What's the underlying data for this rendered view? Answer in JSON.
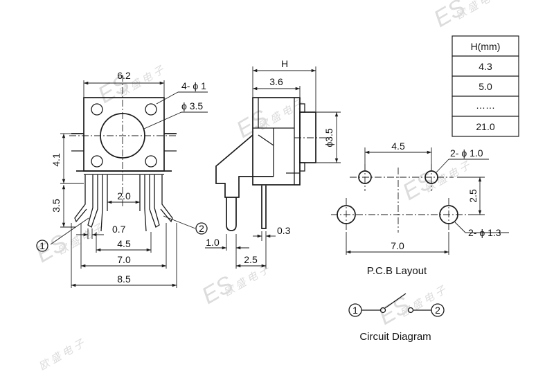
{
  "front_view": {
    "dim_width_top": "6.2",
    "hole_callout": "4- ϕ 1",
    "button_callout": "ϕ 3.5",
    "dim_height_body": "4.1",
    "dim_leg_height": "3.5",
    "dim_leg_gap": "2.0",
    "dim_leg_width": "0.7",
    "dim_pitch_inner": "4.5",
    "dim_pitch_outer": "7.0",
    "dim_overall_width": "8.5",
    "pin1_label": "1",
    "pin2_label": "2"
  },
  "side_view": {
    "dim_h": "H",
    "dim_body_depth": "3.6",
    "dim_button_dia": "ϕ3.5",
    "dim_offset": "1.0",
    "dim_leg_thickness": "0.3",
    "dim_leg_spacing": "2.5"
  },
  "height_table": {
    "header": "H(mm)",
    "rows": [
      "4.3",
      "5.0",
      "……",
      "21.0"
    ]
  },
  "pcb_layout": {
    "dim_pitch_top": "4.5",
    "small_hole_callout": "2- ϕ 1.0",
    "dim_row_spacing": "2.5",
    "large_hole_callout": "2- ϕ 1.3",
    "dim_pitch_bottom": "7.0",
    "caption": "P.C.B Layout"
  },
  "circuit": {
    "pin1_label": "1",
    "pin2_label": "2",
    "caption": "Circuit Diagram"
  },
  "watermark": {
    "brand": "ES",
    "chinese": "欧 盛 电 子"
  }
}
